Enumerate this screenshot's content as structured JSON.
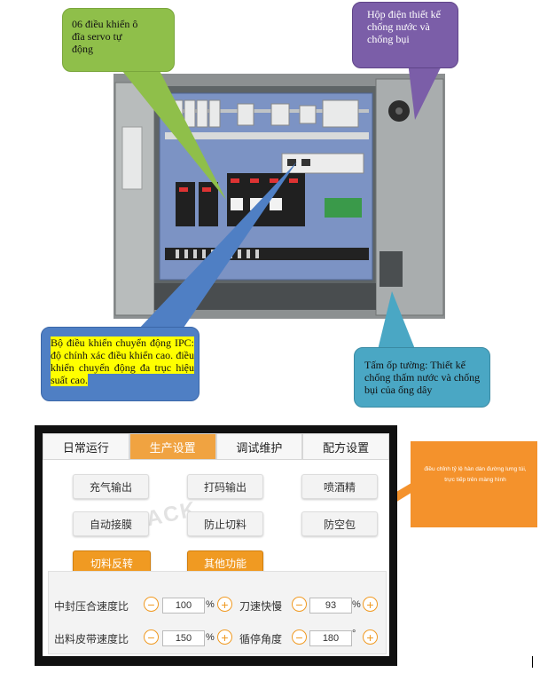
{
  "callouts": {
    "servo": "06 điều khiển ô đĩa servo tự động",
    "box": "Hộp điện thiết kế chống nước và chống bụi",
    "ipc": "Bộ điều khiển chuyển động IPC: độ chính xác điều khiển cao. điều khiển chuyển động đa trục hiệu suất cao.",
    "wall": "Tấm ốp tường: Thiết kế chống thấm nước và chống bụi của ống dây"
  },
  "hmi": {
    "tabs": [
      {
        "label": "日常运行",
        "active": false
      },
      {
        "label": "生产设置",
        "active": true
      },
      {
        "label": "调试维护",
        "active": false
      },
      {
        "label": "配方设置",
        "active": false
      }
    ],
    "buttons": {
      "inflate": "充气输出",
      "print": "打码输出",
      "spray": "喷酒精",
      "auto_splice": "自动接膜",
      "anti_cut": "防止切料",
      "anti_empty": "防空包",
      "cut_reverse": "切料反转",
      "other": "其他功能"
    },
    "watermark": "P PACK",
    "params": {
      "seal_label": "中封压合速度比",
      "seal_value": "100",
      "seal_unit": "%",
      "knife_label": "刀速快慢",
      "knife_value": "93",
      "knife_unit": "%",
      "belt_label": "出料皮带速度比",
      "belt_value": "150",
      "belt_unit": "%",
      "stop_label": "循停角度",
      "stop_value": "180",
      "stop_unit": "°"
    },
    "colors": {
      "accent": "#f09a22",
      "tab_active": "#f0a341"
    }
  },
  "note": {
    "text": "điều chỉnh tỷ lệ hàn dán đường lưng túi, trực tiếp trên màng hình"
  },
  "colors": {
    "green_callout": "#8fbf4a",
    "purple_callout": "#7b5ea8",
    "blue_callout": "#4f7fc4",
    "teal_callout": "#4aa7c4",
    "note": "#f4922c"
  }
}
